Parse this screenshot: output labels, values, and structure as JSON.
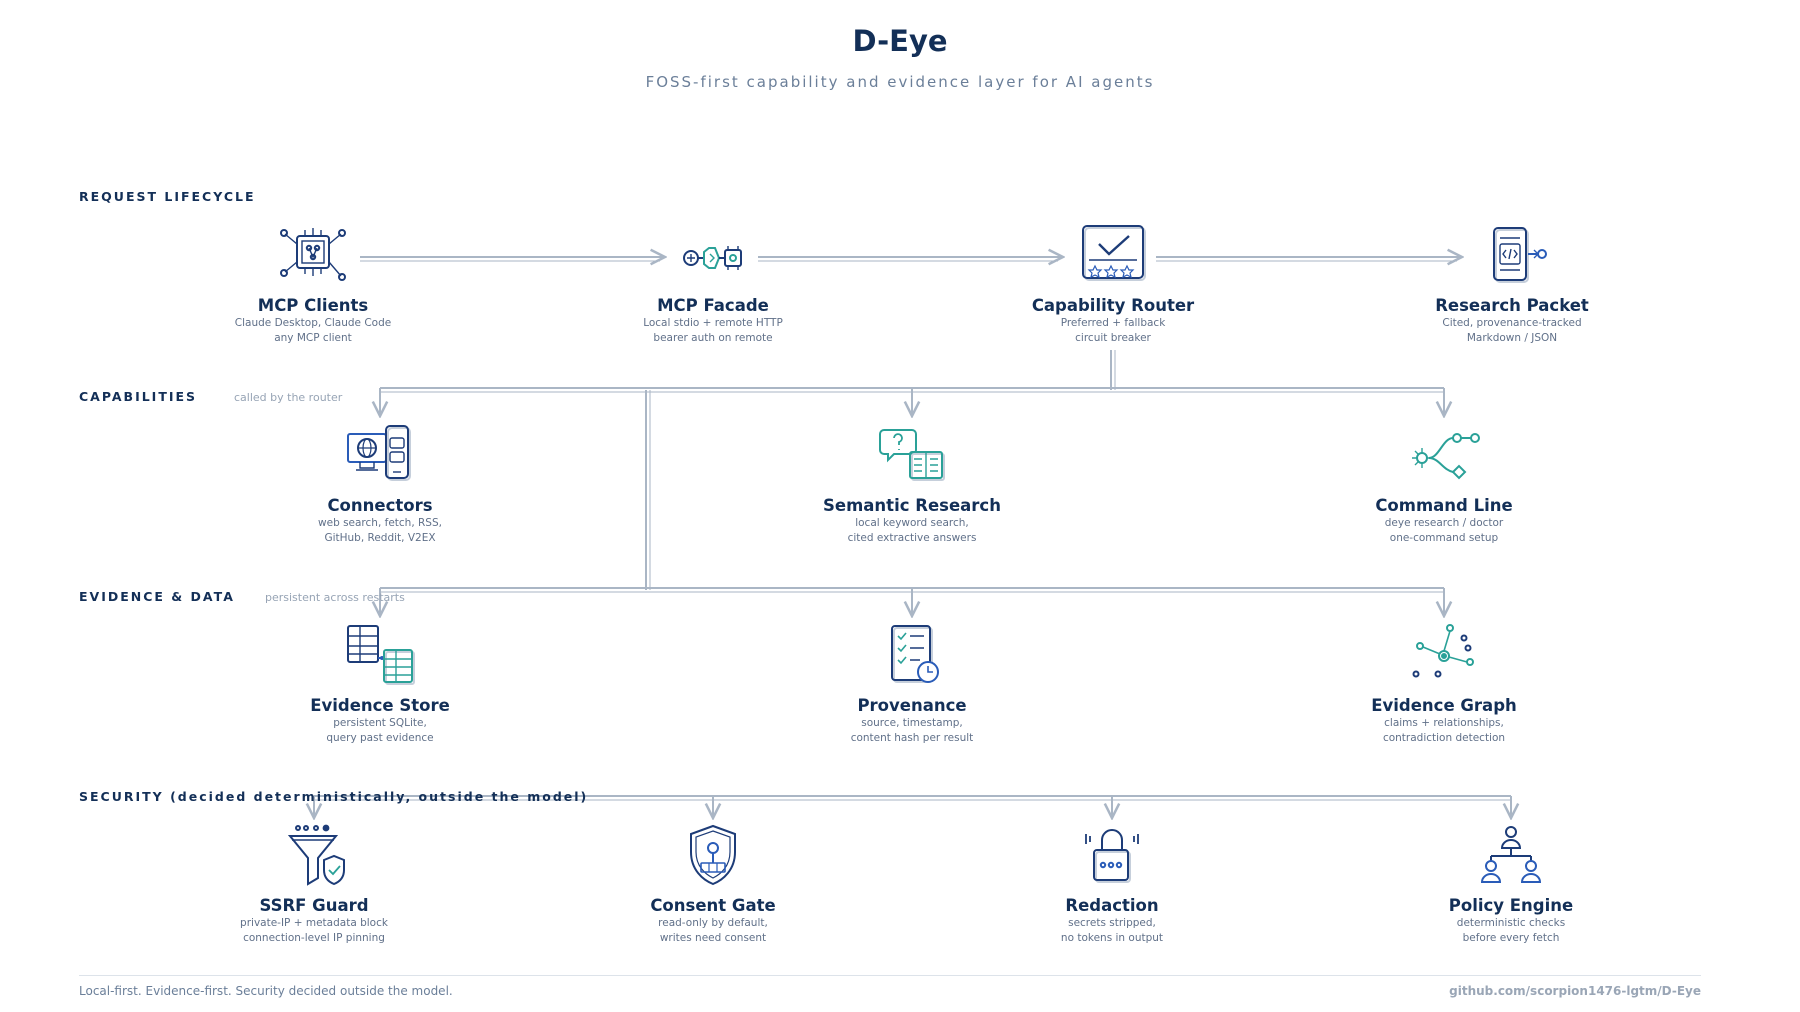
{
  "header": {
    "title": "D-Eye",
    "subtitle": "FOSS-first capability and evidence layer for AI agents"
  },
  "sections": {
    "lifecycle": {
      "label": "REQUEST LIFECYCLE",
      "note": ""
    },
    "capabilities": {
      "label": "CAPABILITIES",
      "note": "called by the router"
    },
    "evidence": {
      "label": "EVIDENCE & DATA",
      "note": "persistent across restarts"
    },
    "security": {
      "label": "SECURITY (decided deterministically, outside the model)",
      "note": ""
    }
  },
  "colors": {
    "navy": "#1d3c78",
    "teal": "#2aa198",
    "wire": "#aab6c5",
    "title": "#132f57"
  },
  "nodes": {
    "mcp_clients": {
      "name": "MCP Clients",
      "line1": "Claude Desktop, Claude Code",
      "line2": "any MCP client",
      "icon": "chip-network-icon"
    },
    "mcp_facade": {
      "name": "MCP Facade",
      "line1": "Local stdio + remote HTTP",
      "line2": "bearer auth on remote",
      "icon": "plug-connector-icon"
    },
    "capability_router": {
      "name": "Capability Router",
      "line1": "Preferred + fallback",
      "line2": "circuit breaker",
      "icon": "monitor-check-icon"
    },
    "research_packet": {
      "name": "Research Packet",
      "line1": "Cited, provenance-tracked",
      "line2": "Markdown / JSON",
      "icon": "code-document-icon"
    },
    "connectors": {
      "name": "Connectors",
      "line1": "web search, fetch, RSS,",
      "line2": "GitHub, Reddit, V2EX",
      "icon": "globe-devices-icon"
    },
    "semantic_research": {
      "name": "Semantic Research",
      "line1": "local keyword search,",
      "line2": "cited extractive answers",
      "icon": "question-book-icon"
    },
    "command_line": {
      "name": "Command Line",
      "line1": "deye research / doctor",
      "line2": "one-command setup",
      "icon": "branch-flow-icon"
    },
    "evidence_store": {
      "name": "Evidence Store",
      "line1": "persistent SQLite,",
      "line2": "query past evidence",
      "icon": "tables-icon"
    },
    "provenance": {
      "name": "Provenance",
      "line1": "source, timestamp,",
      "line2": "content hash per result",
      "icon": "checklist-clock-icon"
    },
    "evidence_graph": {
      "name": "Evidence Graph",
      "line1": "claims + relationships,",
      "line2": "contradiction detection",
      "icon": "graph-nodes-icon"
    },
    "ssrf_guard": {
      "name": "SSRF Guard",
      "line1": "private-IP + metadata block",
      "line2": "connection-level IP pinning",
      "icon": "filter-shield-icon"
    },
    "consent_gate": {
      "name": "Consent Gate",
      "line1": "read-only by default,",
      "line2": "writes need consent",
      "icon": "shield-keyhole-icon"
    },
    "redaction": {
      "name": "Redaction",
      "line1": "secrets stripped,",
      "line2": "no tokens in output",
      "icon": "padlock-icon"
    },
    "policy_engine": {
      "name": "Policy Engine",
      "line1": "deterministic checks",
      "line2": "before every fetch",
      "icon": "org-chart-icon"
    }
  },
  "footer": {
    "left": "Local-first. Evidence-first. Security decided outside the model.",
    "right": "github.com/scorpion1476-lgtm/D-Eye"
  }
}
